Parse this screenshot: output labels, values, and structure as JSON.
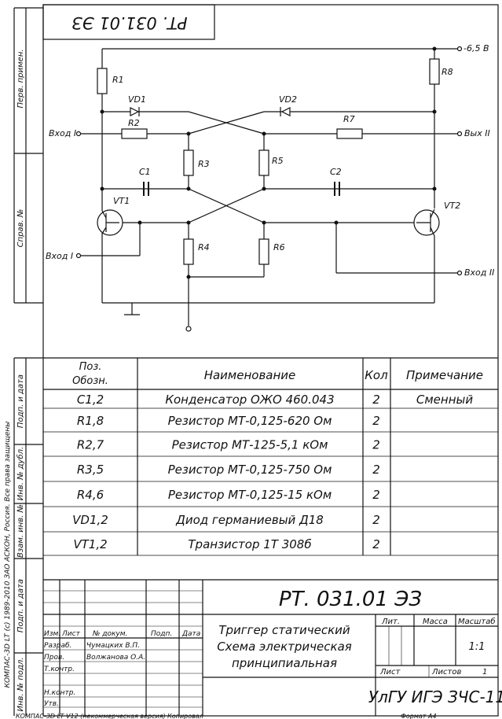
{
  "stamp_top": "РТ. 031.01 ЭЗ",
  "side": {
    "perv_primen": "Перв. примен.",
    "sprav_no": "Справ. №",
    "podp_data_1": "Подп. и дата",
    "inv_dubl": "Инв. № дубл.",
    "vzam_inv": "Взам. инв. №",
    "podp_data_2": "Подп. и дата",
    "inv_podl": "Инв. № подл.",
    "copyright": "КОМПАС-3D LT (c) 1989-2010 ЗАО АСКОН, Россия. Все права защищены"
  },
  "schematic": {
    "supply": "-6,5 В",
    "in1_top": "Вход I",
    "in1_bottom": "Вход I",
    "out2": "Вых II",
    "in2": "Вход II",
    "labels": {
      "R1": "R1",
      "R2": "R2",
      "R3": "R3",
      "R4": "R4",
      "R5": "R5",
      "R6": "R6",
      "R7": "R7",
      "R8": "R8",
      "C1": "C1",
      "C2": "C2",
      "VD1": "VD1",
      "VD2": "VD2",
      "VT1": "VT1",
      "VT2": "VT2"
    }
  },
  "bom": {
    "headers": {
      "pos_line1": "Поз.",
      "pos_line2": "Обозн.",
      "name": "Наименование",
      "qty": "Кол",
      "note": "Примечание"
    },
    "rows": [
      {
        "pos": "C1,2",
        "name": "Конденсатор ОЖО 460.043",
        "qty": "2",
        "note": "Сменный"
      },
      {
        "pos": "R1,8",
        "name": "Резистор МТ-0,125-620 Ом",
        "qty": "2",
        "note": ""
      },
      {
        "pos": "R2,7",
        "name": "Резистор МТ-125-5,1 кОм",
        "qty": "2",
        "note": ""
      },
      {
        "pos": "R3,5",
        "name": "Резистор МТ-0,125-750 Ом",
        "qty": "2",
        "note": ""
      },
      {
        "pos": "R4,6",
        "name": "Резистор МТ-0,125-15 кОм",
        "qty": "2",
        "note": ""
      },
      {
        "pos": "VD1,2",
        "name": "Диод германиевый Д18",
        "qty": "2",
        "note": ""
      },
      {
        "pos": "VT1,2",
        "name": "Транзистор 1Т 308б",
        "qty": "2",
        "note": ""
      }
    ]
  },
  "title_block": {
    "designation": "РТ. 031.01 ЭЗ",
    "title_line1": "Триггер статический",
    "title_line2": "Схема электрическая",
    "title_line3": "принципиальная",
    "col_izm": "Изм.",
    "col_list": "Лист",
    "col_doc": "№ докум.",
    "col_podp": "Подп.",
    "col_data": "Дата",
    "razrab": "Разраб.",
    "razrab_name": "Чумацких В.П.",
    "prov": "Пров.",
    "prov_name": "Волжанова О.А.",
    "tkontr": "Т.контр.",
    "nkontr": "Н.контр.",
    "utv": "Утв.",
    "lit": "Лит.",
    "massa": "Масса",
    "masshtab": "Масштаб",
    "scale_value": "1:1",
    "sheet": "Лист",
    "sheets": "Листов",
    "sheets_value": "1",
    "org": "УлГУ ИГЭ ЗЧС-11"
  },
  "footer": {
    "left": "КОМПАС-3D LT V12 (некоммерческая версия) Копировал",
    "right": "Формат A4"
  }
}
